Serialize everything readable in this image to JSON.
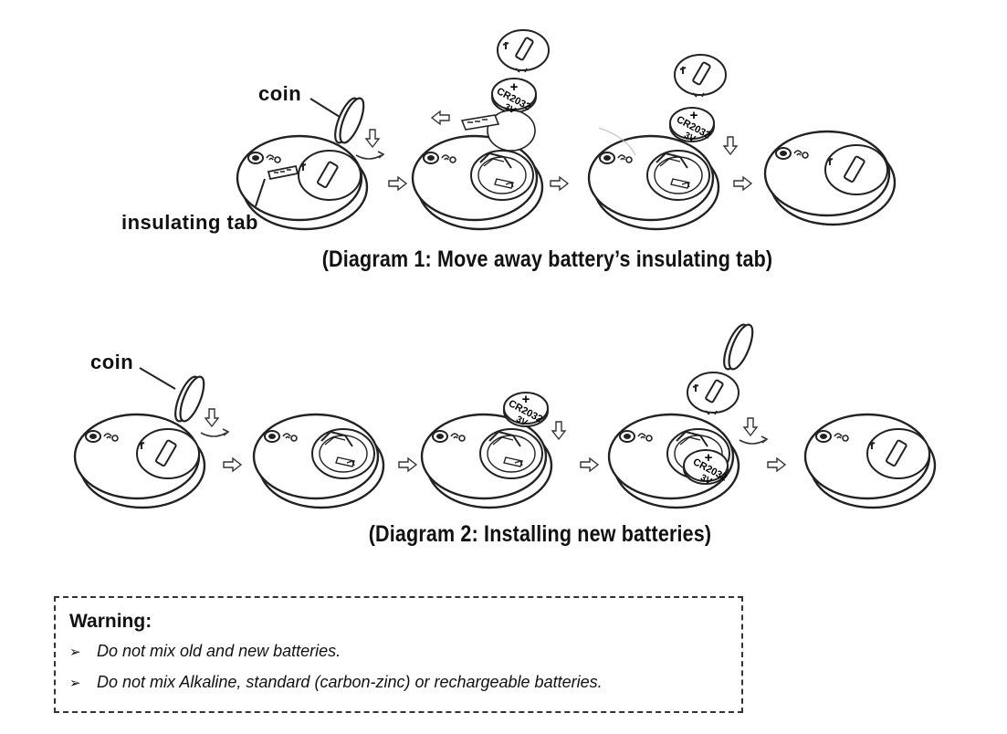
{
  "diagram1": {
    "caption": "(Diagram 1: Move away battery’s insulating tab)",
    "coin_label": "coin",
    "tab_label": "insulating tab"
  },
  "diagram2": {
    "caption": "(Diagram 2: Installing new batteries)",
    "coin_label": "coin"
  },
  "battery_marking": {
    "plus": "+",
    "model": "CR2032",
    "voltage": "3V"
  },
  "warning": {
    "title": "Warning:",
    "bullet": "➢",
    "items": [
      "Do not mix old and new batteries.",
      "Do not mix Alkaline, standard (carbon-zinc) or rechargeable batteries."
    ]
  }
}
